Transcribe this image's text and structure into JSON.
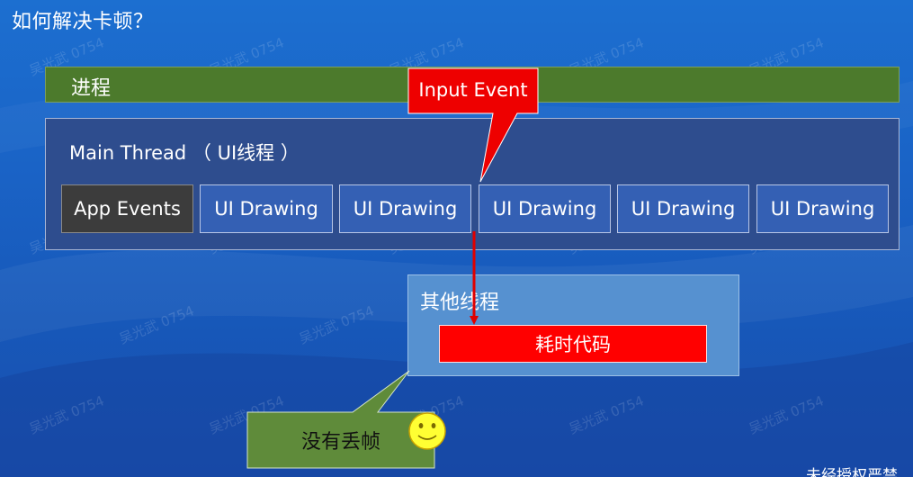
{
  "slide": {
    "title": "如何解决卡顿？",
    "process_label": "进程",
    "main_thread": {
      "label": "Main Thread （ UI线程 ）",
      "segments": [
        {
          "label": "App Events",
          "kind": "app"
        },
        {
          "label": "UI Drawing",
          "kind": "ui"
        },
        {
          "label": "UI Drawing",
          "kind": "ui"
        },
        {
          "label": "UI Drawing",
          "kind": "ui"
        },
        {
          "label": "UI Drawing",
          "kind": "ui"
        },
        {
          "label": "UI Drawing",
          "kind": "ui"
        }
      ]
    },
    "input_event_callout": "Input Event",
    "other_thread": {
      "label": "其他线程",
      "task_label": "耗时代码"
    },
    "no_drop_callout": "没有丢帧",
    "smiley_icon": "smiley-face-icon",
    "watermark_text": "吴光武 0754",
    "corner_note": "未经授权严禁"
  },
  "colors": {
    "background": "#1a63c6",
    "process": "#4c7a2c",
    "main_thread": "#2e4d8e",
    "ui_drawing": "#3460b4",
    "app_events": "#3c3c3c",
    "other_thread": "#5691d0",
    "alert_red": "#ff0000",
    "callout_green": "#5f8b3a",
    "smiley_yellow": "#ffff33"
  }
}
